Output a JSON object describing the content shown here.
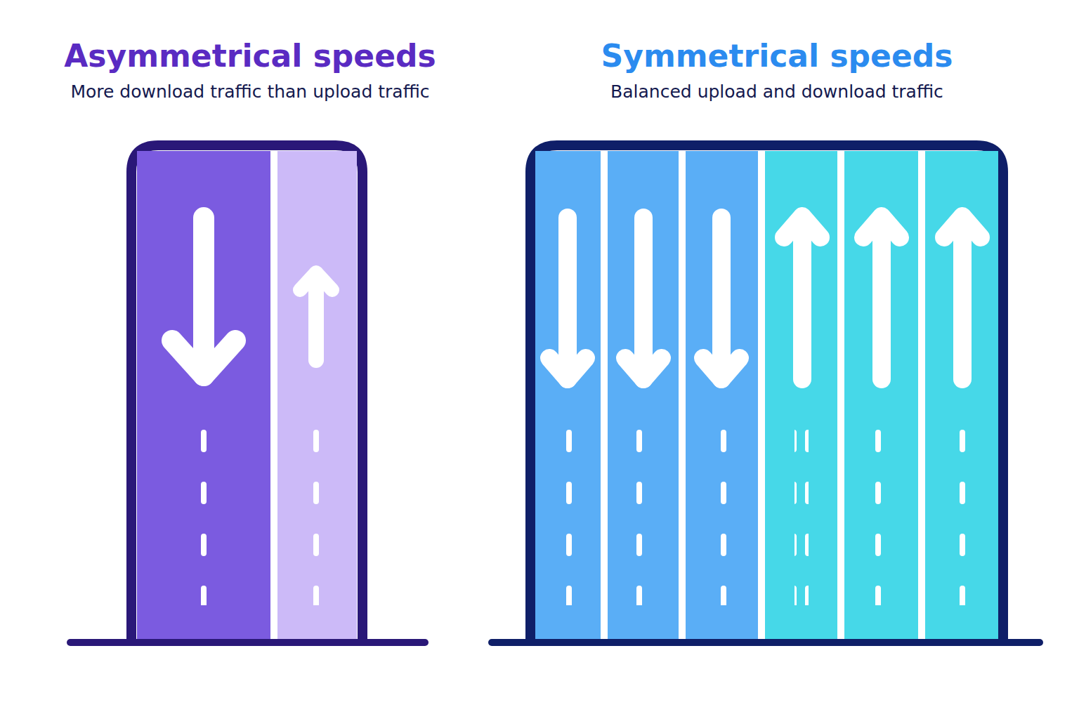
{
  "diagram": {
    "nodes": [
      {
        "text": [
          "Asymmetrical speeds",
          "More download traffic than upload traffic"
        ]
      },
      {
        "text": [
          "Symmetrical speeds",
          "Balanced upload and download traffic"
        ]
      }
    ]
  }
}
